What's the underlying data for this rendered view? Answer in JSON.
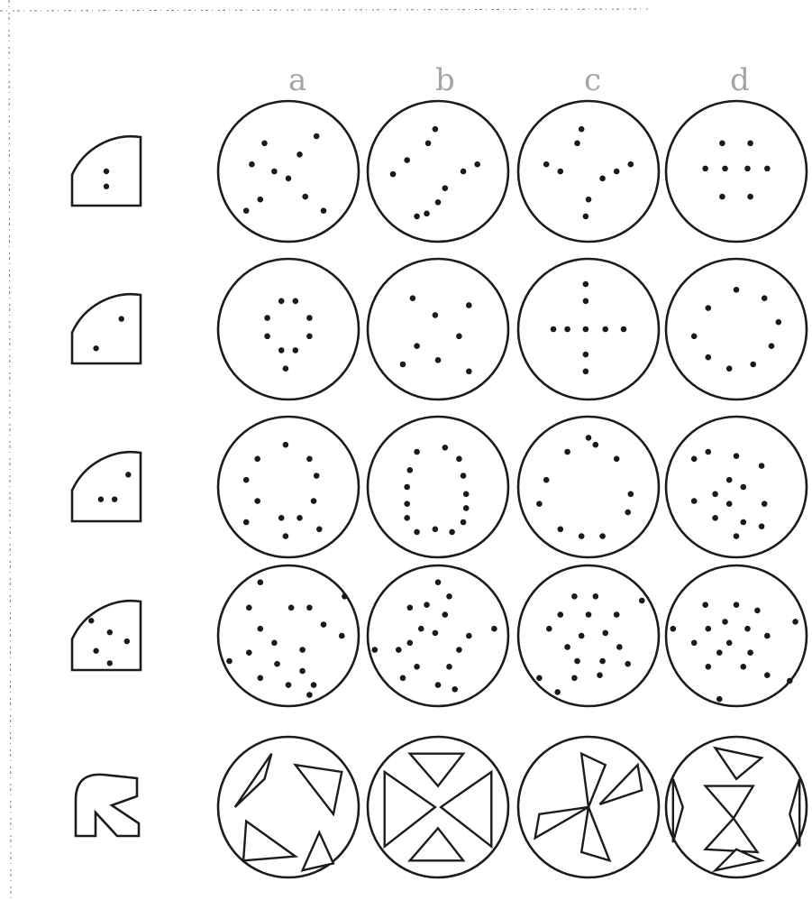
{
  "figure": {
    "column_labels": [
      "a",
      "b",
      "c",
      "d"
    ],
    "rows": [
      {
        "id": "row-1",
        "key_dots": [
          [
            0.5,
            0.5
          ],
          [
            0.5,
            0.72
          ]
        ],
        "discs": [
          [
            [
              0.33,
              0.3
            ],
            [
              0.24,
              0.45
            ],
            [
              0.7,
              0.25
            ],
            [
              0.58,
              0.38
            ],
            [
              0.4,
              0.5
            ],
            [
              0.5,
              0.55
            ],
            [
              0.3,
              0.7
            ],
            [
              0.62,
              0.68
            ],
            [
              0.2,
              0.78
            ],
            [
              0.75,
              0.78
            ]
          ],
          [
            [
              0.48,
              0.2
            ],
            [
              0.43,
              0.3
            ],
            [
              0.28,
              0.42
            ],
            [
              0.18,
              0.52
            ],
            [
              0.68,
              0.5
            ],
            [
              0.78,
              0.45
            ],
            [
              0.55,
              0.62
            ],
            [
              0.5,
              0.72
            ],
            [
              0.42,
              0.8
            ],
            [
              0.35,
              0.82
            ]
          ],
          [
            [
              0.45,
              0.2
            ],
            [
              0.42,
              0.3
            ],
            [
              0.2,
              0.45
            ],
            [
              0.3,
              0.5
            ],
            [
              0.6,
              0.55
            ],
            [
              0.7,
              0.5
            ],
            [
              0.8,
              0.45
            ],
            [
              0.5,
              0.7
            ],
            [
              0.48,
              0.82
            ]
          ],
          [
            [
              0.4,
              0.3
            ],
            [
              0.6,
              0.3
            ],
            [
              0.28,
              0.48
            ],
            [
              0.42,
              0.48
            ],
            [
              0.58,
              0.48
            ],
            [
              0.72,
              0.48
            ],
            [
              0.4,
              0.68
            ],
            [
              0.6,
              0.68
            ]
          ]
        ]
      },
      {
        "id": "row-2",
        "key_dots": [
          [
            0.72,
            0.35
          ],
          [
            0.35,
            0.78
          ]
        ],
        "discs": [
          [
            [
              0.45,
              0.3
            ],
            [
              0.55,
              0.3
            ],
            [
              0.35,
              0.42
            ],
            [
              0.65,
              0.42
            ],
            [
              0.35,
              0.55
            ],
            [
              0.65,
              0.55
            ],
            [
              0.45,
              0.65
            ],
            [
              0.55,
              0.65
            ],
            [
              0.48,
              0.78
            ]
          ],
          [
            [
              0.32,
              0.28
            ],
            [
              0.48,
              0.4
            ],
            [
              0.72,
              0.33
            ],
            [
              0.65,
              0.55
            ],
            [
              0.35,
              0.62
            ],
            [
              0.25,
              0.75
            ],
            [
              0.5,
              0.72
            ],
            [
              0.72,
              0.8
            ]
          ],
          [
            [
              0.48,
              0.18
            ],
            [
              0.48,
              0.3
            ],
            [
              0.25,
              0.5
            ],
            [
              0.35,
              0.5
            ],
            [
              0.48,
              0.5
            ],
            [
              0.62,
              0.5
            ],
            [
              0.75,
              0.5
            ],
            [
              0.48,
              0.68
            ],
            [
              0.48,
              0.8
            ]
          ],
          [
            [
              0.5,
              0.22
            ],
            [
              0.7,
              0.28
            ],
            [
              0.3,
              0.35
            ],
            [
              0.8,
              0.45
            ],
            [
              0.2,
              0.55
            ],
            [
              0.75,
              0.62
            ],
            [
              0.3,
              0.7
            ],
            [
              0.45,
              0.78
            ],
            [
              0.62,
              0.75
            ]
          ]
        ]
      },
      {
        "id": "row-3",
        "key_dots": [
          [
            0.82,
            0.32
          ],
          [
            0.42,
            0.68
          ],
          [
            0.62,
            0.68
          ]
        ],
        "discs": [
          [
            [
              0.48,
              0.2
            ],
            [
              0.28,
              0.3
            ],
            [
              0.65,
              0.3
            ],
            [
              0.7,
              0.42
            ],
            [
              0.2,
              0.45
            ],
            [
              0.28,
              0.6
            ],
            [
              0.68,
              0.6
            ],
            [
              0.2,
              0.75
            ],
            [
              0.45,
              0.72
            ],
            [
              0.58,
              0.72
            ],
            [
              0.48,
              0.85
            ],
            [
              0.72,
              0.8
            ]
          ],
          [
            [
              0.35,
              0.25
            ],
            [
              0.55,
              0.22
            ],
            [
              0.65,
              0.3
            ],
            [
              0.3,
              0.38
            ],
            [
              0.68,
              0.42
            ],
            [
              0.28,
              0.5
            ],
            [
              0.7,
              0.55
            ],
            [
              0.28,
              0.62
            ],
            [
              0.28,
              0.72
            ],
            [
              0.7,
              0.65
            ],
            [
              0.68,
              0.75
            ],
            [
              0.35,
              0.82
            ],
            [
              0.48,
              0.8
            ],
            [
              0.6,
              0.82
            ]
          ],
          [
            [
              0.35,
              0.25
            ],
            [
              0.5,
              0.15
            ],
            [
              0.55,
              0.2
            ],
            [
              0.7,
              0.3
            ],
            [
              0.2,
              0.45
            ],
            [
              0.8,
              0.55
            ],
            [
              0.15,
              0.62
            ],
            [
              0.78,
              0.68
            ],
            [
              0.3,
              0.8
            ],
            [
              0.45,
              0.85
            ],
            [
              0.6,
              0.85
            ]
          ],
          [
            [
              0.2,
              0.3
            ],
            [
              0.3,
              0.25
            ],
            [
              0.5,
              0.28
            ],
            [
              0.68,
              0.35
            ],
            [
              0.45,
              0.45
            ],
            [
              0.35,
              0.55
            ],
            [
              0.55,
              0.5
            ],
            [
              0.2,
              0.6
            ],
            [
              0.7,
              0.62
            ],
            [
              0.45,
              0.62
            ],
            [
              0.35,
              0.72
            ],
            [
              0.55,
              0.75
            ],
            [
              0.68,
              0.78
            ],
            [
              0.5,
              0.85
            ]
          ]
        ]
      },
      {
        "id": "row-4",
        "key_dots": [
          [
            0.28,
            0.28
          ],
          [
            0.55,
            0.45
          ],
          [
            0.8,
            0.58
          ],
          [
            0.35,
            0.72
          ],
          [
            0.55,
            0.9
          ]
        ],
        "discs": [
          [
            [
              0.3,
              0.12
            ],
            [
              0.22,
              0.3
            ],
            [
              0.52,
              0.3
            ],
            [
              0.65,
              0.3
            ],
            [
              0.3,
              0.45
            ],
            [
              0.75,
              0.42
            ],
            [
              0.4,
              0.55
            ],
            [
              0.6,
              0.6
            ],
            [
              0.88,
              0.5
            ],
            [
              0.22,
              0.62
            ],
            [
              0.42,
              0.7
            ],
            [
              0.6,
              0.75
            ],
            [
              0.08,
              0.68
            ],
            [
              0.3,
              0.8
            ],
            [
              0.5,
              0.85
            ],
            [
              0.68,
              0.85
            ],
            [
              0.9,
              0.22
            ],
            [
              0.65,
              0.92
            ]
          ],
          [
            [
              0.5,
              0.12
            ],
            [
              0.58,
              0.22
            ],
            [
              0.3,
              0.3
            ],
            [
              0.42,
              0.28
            ],
            [
              0.55,
              0.35
            ],
            [
              0.38,
              0.45
            ],
            [
              0.48,
              0.48
            ],
            [
              0.3,
              0.55
            ],
            [
              0.22,
              0.6
            ],
            [
              0.72,
              0.5
            ],
            [
              0.65,
              0.6
            ],
            [
              0.35,
              0.72
            ],
            [
              0.58,
              0.72
            ],
            [
              0.25,
              0.8
            ],
            [
              0.5,
              0.85
            ],
            [
              0.05,
              0.6
            ],
            [
              0.9,
              0.45
            ],
            [
              0.62,
              0.88
            ]
          ],
          [
            [
              0.4,
              0.22
            ],
            [
              0.55,
              0.22
            ],
            [
              0.3,
              0.35
            ],
            [
              0.5,
              0.35
            ],
            [
              0.7,
              0.35
            ],
            [
              0.22,
              0.45
            ],
            [
              0.45,
              0.5
            ],
            [
              0.62,
              0.48
            ],
            [
              0.72,
              0.58
            ],
            [
              0.35,
              0.58
            ],
            [
              0.42,
              0.68
            ],
            [
              0.6,
              0.68
            ],
            [
              0.78,
              0.7
            ],
            [
              0.4,
              0.8
            ],
            [
              0.58,
              0.78
            ],
            [
              0.88,
              0.25
            ],
            [
              0.15,
              0.8
            ],
            [
              0.28,
              0.9
            ]
          ],
          [
            [
              0.28,
              0.28
            ],
            [
              0.5,
              0.28
            ],
            [
              0.65,
              0.32
            ],
            [
              0.42,
              0.4
            ],
            [
              0.3,
              0.45
            ],
            [
              0.58,
              0.45
            ],
            [
              0.45,
              0.55
            ],
            [
              0.72,
              0.5
            ],
            [
              0.2,
              0.55
            ],
            [
              0.38,
              0.62
            ],
            [
              0.6,
              0.62
            ],
            [
              0.05,
              0.45
            ],
            [
              0.92,
              0.4
            ],
            [
              0.3,
              0.72
            ],
            [
              0.55,
              0.72
            ],
            [
              0.72,
              0.78
            ],
            [
              0.88,
              0.82
            ],
            [
              0.38,
              0.95
            ]
          ]
        ]
      }
    ],
    "shape_row": {
      "id": "row-5",
      "discs": [
        [
          [
            [
              0.12,
              0.5
            ],
            [
              0.38,
              0.12
            ],
            [
              0.33,
              0.3
            ]
          ],
          [
            [
              0.55,
              0.2
            ],
            [
              0.88,
              0.25
            ],
            [
              0.82,
              0.55
            ]
          ],
          [
            [
              0.2,
              0.6
            ],
            [
              0.55,
              0.85
            ],
            [
              0.18,
              0.88
            ]
          ],
          [
            [
              0.72,
              0.68
            ],
            [
              0.82,
              0.9
            ],
            [
              0.6,
              0.95
            ]
          ]
        ],
        [
          [
            [
              0.12,
              0.25
            ],
            [
              0.48,
              0.5
            ],
            [
              0.12,
              0.78
            ]
          ],
          [
            [
              0.3,
              0.12
            ],
            [
              0.68,
              0.12
            ],
            [
              0.5,
              0.35
            ]
          ],
          [
            [
              0.88,
              0.25
            ],
            [
              0.52,
              0.5
            ],
            [
              0.88,
              0.78
            ]
          ],
          [
            [
              0.3,
              0.88
            ],
            [
              0.5,
              0.65
            ],
            [
              0.68,
              0.88
            ]
          ]
        ],
        [
          [
            [
              0.45,
              0.12
            ],
            [
              0.62,
              0.2
            ],
            [
              0.5,
              0.5
            ]
          ],
          [
            [
              0.88,
              0.38
            ],
            [
              0.58,
              0.48
            ],
            [
              0.85,
              0.2
            ]
          ],
          [
            [
              0.5,
              0.5
            ],
            [
              0.15,
              0.55
            ],
            [
              0.12,
              0.72
            ]
          ],
          [
            [
              0.5,
              0.5
            ],
            [
              0.65,
              0.88
            ],
            [
              0.45,
              0.82
            ]
          ]
        ],
        [
          [
            [
              0.35,
              0.08
            ],
            [
              0.68,
              0.15
            ],
            [
              0.5,
              0.3
            ]
          ],
          [
            [
              0.28,
              0.35
            ],
            [
              0.62,
              0.35
            ],
            [
              0.48,
              0.58
            ]
          ],
          [
            [
              0.48,
              0.58
            ],
            [
              0.28,
              0.8
            ],
            [
              0.65,
              0.82
            ]
          ],
          [
            [
              0.35,
              0.95
            ],
            [
              0.68,
              0.88
            ],
            [
              0.5,
              0.8
            ]
          ],
          [
            [
              0.05,
              0.3
            ],
            [
              0.12,
              0.5
            ],
            [
              0.05,
              0.75
            ]
          ],
          [
            [
              0.95,
              0.3
            ],
            [
              0.88,
              0.55
            ],
            [
              0.95,
              0.78
            ]
          ]
        ]
      ]
    }
  }
}
